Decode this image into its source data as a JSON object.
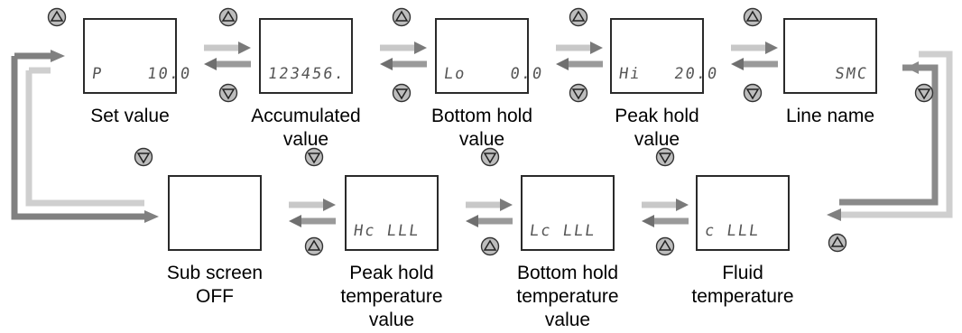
{
  "icons": {
    "up": "up-triangle-button-icon",
    "down": "down-triangle-button-icon",
    "arrow": "arrow-icon"
  },
  "top_row": [
    {
      "id": "set-value",
      "display": "P    10.0",
      "caption": [
        "Set value"
      ]
    },
    {
      "id": "accumulated-value",
      "display": "123456.",
      "caption": [
        "Accumulated",
        "value"
      ]
    },
    {
      "id": "bottom-hold-value",
      "display": "Lo    0.0",
      "caption": [
        "Bottom hold",
        "value"
      ]
    },
    {
      "id": "peak-hold-value",
      "display": "Hi   20.0",
      "caption": [
        "Peak hold",
        "value"
      ]
    },
    {
      "id": "line-name",
      "display": "SMC",
      "caption": [
        "Line name"
      ]
    }
  ],
  "bottom_row": [
    {
      "id": "sub-screen-off",
      "display": "",
      "caption": [
        "Sub screen",
        "OFF"
      ]
    },
    {
      "id": "peak-hold-temperature",
      "display": "Hc LLL",
      "caption": [
        "Peak hold",
        "temperature",
        "value"
      ]
    },
    {
      "id": "bottom-hold-temperature",
      "display": "Lc LLL",
      "caption": [
        "Bottom hold",
        "temperature",
        "value"
      ]
    },
    {
      "id": "fluid-temperature",
      "display": "c LLL",
      "caption": [
        "Fluid",
        "temperature"
      ]
    }
  ],
  "colors": {
    "arrow_dark": "#7a7a7a",
    "arrow_light": "#c8c8c8",
    "button_fill": "#bdbdbd",
    "border": "#2a2a2a"
  }
}
